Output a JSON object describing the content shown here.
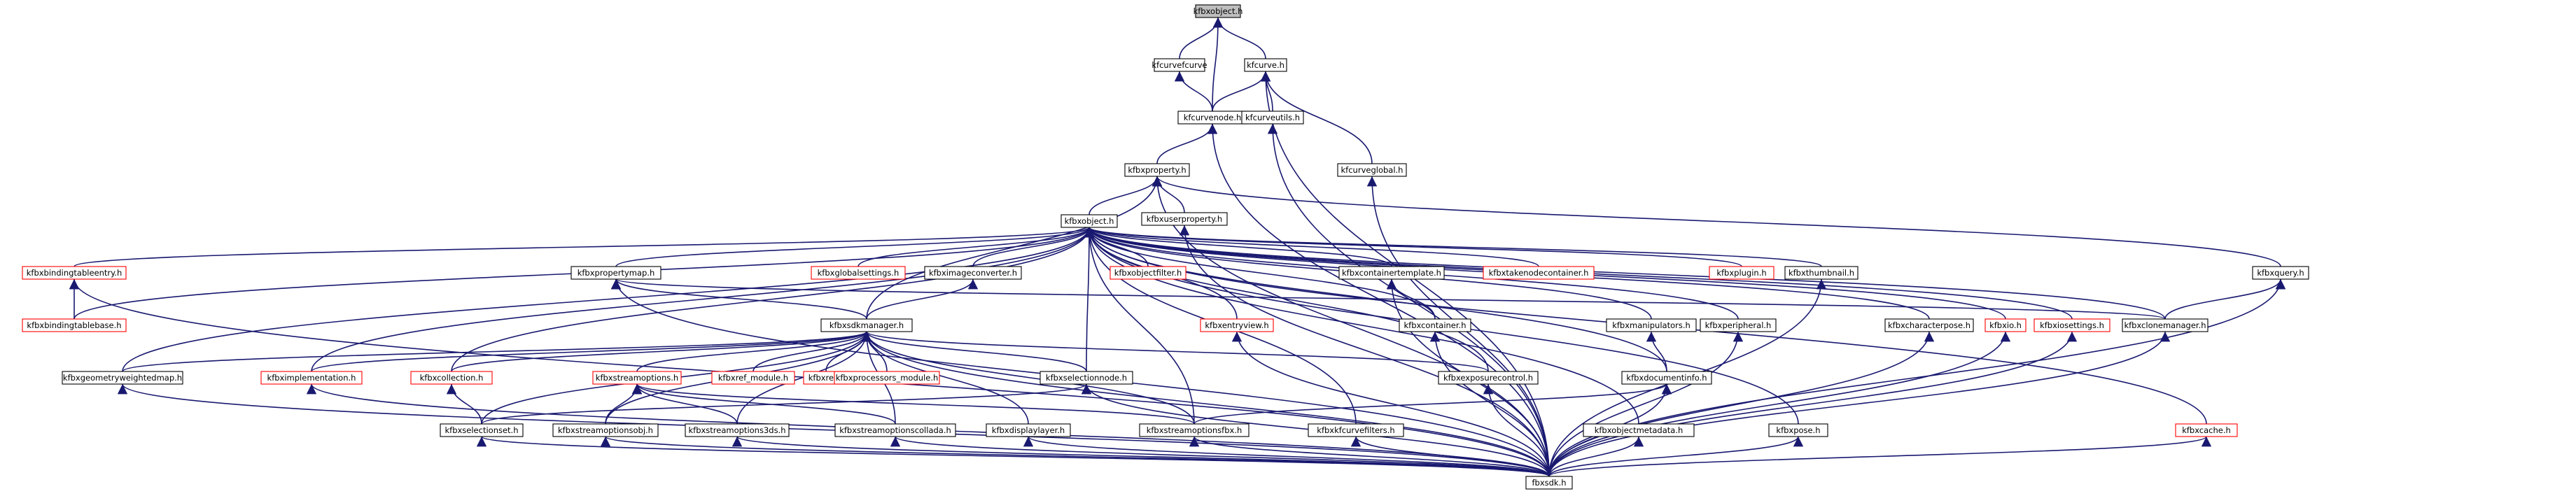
{
  "graph": {
    "title": "",
    "colors": {
      "edge": "#191970",
      "node_text": "#000000",
      "border_normal": "#000000",
      "border_red": "#ff0000",
      "root_fill": "#bfbfbf",
      "node_fill": "#ffffff"
    },
    "nodes": [
      {
        "id": "n0",
        "label": "kfbxobject.h",
        "style": "root"
      },
      {
        "id": "n1",
        "label": "kfcurvefcurve",
        "style": "normal"
      },
      {
        "id": "n2",
        "label": "kfcurve.h",
        "style": "normal"
      },
      {
        "id": "n3",
        "label": "kfcurvenode.h",
        "style": "normal"
      },
      {
        "id": "n4",
        "label": "kfcurveutils.h",
        "style": "normal"
      },
      {
        "id": "n5",
        "label": "kfcurveglobal.h",
        "style": "normal"
      },
      {
        "id": "n6",
        "label": "kfbxproperty.h",
        "style": "normal"
      },
      {
        "id": "n7",
        "label": "kfbxuserproperty.h",
        "style": "normal"
      },
      {
        "id": "n8",
        "label": "kfbxobject.h",
        "style": "normal"
      },
      {
        "id": "n9",
        "label": "kfbxbindingtableentry.h",
        "style": "red"
      },
      {
        "id": "n10",
        "label": "kfbxpropertymap.h",
        "style": "normal"
      },
      {
        "id": "n11",
        "label": "kfbxglobalsettings.h",
        "style": "red"
      },
      {
        "id": "n12",
        "label": "kfbximageconverter.h",
        "style": "normal"
      },
      {
        "id": "n13",
        "label": "kfbxobjectfilter.h",
        "style": "red"
      },
      {
        "id": "n14",
        "label": "kfbxcontainertemplate.h",
        "style": "normal"
      },
      {
        "id": "n15",
        "label": "kfbxtakenodecontainer.h",
        "style": "red"
      },
      {
        "id": "n16",
        "label": "kfbxplugin.h",
        "style": "red"
      },
      {
        "id": "n17",
        "label": "kfbxthumbnail.h",
        "style": "normal"
      },
      {
        "id": "n18",
        "label": "kfbxquery.h",
        "style": "normal"
      },
      {
        "id": "n19",
        "label": "kfbxbindingtablebase.h",
        "style": "red"
      },
      {
        "id": "n20",
        "label": "kfbxsdkmanager.h",
        "style": "normal"
      },
      {
        "id": "n21",
        "label": "kfbxcontainer.h",
        "style": "normal"
      },
      {
        "id": "n22",
        "label": "kfbxentryview.h",
        "style": "red"
      },
      {
        "id": "n23",
        "label": "kfbxmanipulators.h",
        "style": "normal"
      },
      {
        "id": "n24",
        "label": "kfbxperipheral.h",
        "style": "normal"
      },
      {
        "id": "n25",
        "label": "kfbxcharacterpose.h",
        "style": "normal"
      },
      {
        "id": "n26",
        "label": "kfbxio.h",
        "style": "red"
      },
      {
        "id": "n27",
        "label": "kfbxiosettings.h",
        "style": "red"
      },
      {
        "id": "n28",
        "label": "kfbxclonemanager.h",
        "style": "normal"
      },
      {
        "id": "n29",
        "label": "kfbxgeometryweightedmap.h",
        "style": "normal"
      },
      {
        "id": "n30",
        "label": "kfbximplementation.h",
        "style": "red"
      },
      {
        "id": "n31",
        "label": "kfbxcollection.h",
        "style": "red"
      },
      {
        "id": "n32",
        "label": "kfbxstreamoptions.h",
        "style": "red"
      },
      {
        "id": "n33",
        "label": "kfbxref_module.h",
        "style": "red"
      },
      {
        "id": "n34",
        "label": "kfbxref.h",
        "style": "red"
      },
      {
        "id": "n35",
        "label": "kfbxprocessors_module.h",
        "style": "red"
      },
      {
        "id": "n36",
        "label": "kfbxselectionnode.h",
        "style": "normal"
      },
      {
        "id": "n37",
        "label": "kfbxexposurecontrol.h",
        "style": "normal"
      },
      {
        "id": "n38",
        "label": "kfbxdocumentinfo.h",
        "style": "normal"
      },
      {
        "id": "n39",
        "label": "kfbxselectionset.h",
        "style": "normal"
      },
      {
        "id": "n40",
        "label": "kfbxstreamoptionsobj.h",
        "style": "normal"
      },
      {
        "id": "n41",
        "label": "kfbxstreamoptions3ds.h",
        "style": "normal"
      },
      {
        "id": "n42",
        "label": "kfbxstreamoptionscollada.h",
        "style": "normal"
      },
      {
        "id": "n43",
        "label": "kfbxdisplaylayer.h",
        "style": "normal"
      },
      {
        "id": "n44",
        "label": "kfbxstreamoptionsfbx.h",
        "style": "normal"
      },
      {
        "id": "n45",
        "label": "kfbxkfcurvefilters.h",
        "style": "normal"
      },
      {
        "id": "n46",
        "label": "kfbxobjectmetadata.h",
        "style": "normal"
      },
      {
        "id": "n47",
        "label": "kfbxpose.h",
        "style": "normal"
      },
      {
        "id": "n48",
        "label": "kfbxcache.h",
        "style": "red"
      },
      {
        "id": "n49",
        "label": "fbxsdk.h",
        "style": "normal"
      }
    ],
    "edges": [
      [
        "n0",
        "n1"
      ],
      [
        "n0",
        "n2"
      ],
      [
        "n0",
        "n3"
      ],
      [
        "n1",
        "n3"
      ],
      [
        "n2",
        "n3"
      ],
      [
        "n2",
        "n4"
      ],
      [
        "n2",
        "n5"
      ],
      [
        "n2",
        "n49"
      ],
      [
        "n3",
        "n6"
      ],
      [
        "n3",
        "n49"
      ],
      [
        "n4",
        "n49"
      ],
      [
        "n5",
        "n49"
      ],
      [
        "n6",
        "n7"
      ],
      [
        "n6",
        "n8"
      ],
      [
        "n6",
        "n18"
      ],
      [
        "n6",
        "n20"
      ],
      [
        "n6",
        "n49"
      ],
      [
        "n7",
        "n49"
      ],
      [
        "n18",
        "n28"
      ],
      [
        "n18",
        "n49"
      ],
      [
        "n8",
        "n9"
      ],
      [
        "n8",
        "n10"
      ],
      [
        "n8",
        "n11"
      ],
      [
        "n8",
        "n12"
      ],
      [
        "n8",
        "n13"
      ],
      [
        "n8",
        "n14"
      ],
      [
        "n8",
        "n15"
      ],
      [
        "n8",
        "n16"
      ],
      [
        "n8",
        "n17"
      ],
      [
        "n8",
        "n21"
      ],
      [
        "n8",
        "n22"
      ],
      [
        "n8",
        "n23"
      ],
      [
        "n8",
        "n24"
      ],
      [
        "n8",
        "n25"
      ],
      [
        "n8",
        "n26"
      ],
      [
        "n8",
        "n27"
      ],
      [
        "n8",
        "n28"
      ],
      [
        "n8",
        "n29"
      ],
      [
        "n8",
        "n30"
      ],
      [
        "n8",
        "n31"
      ],
      [
        "n8",
        "n36"
      ],
      [
        "n8",
        "n37"
      ],
      [
        "n8",
        "n38"
      ],
      [
        "n8",
        "n45"
      ],
      [
        "n8",
        "n46"
      ],
      [
        "n8",
        "n47"
      ],
      [
        "n8",
        "n48"
      ],
      [
        "n8",
        "n44"
      ],
      [
        "n8",
        "n19"
      ],
      [
        "n9",
        "n19"
      ],
      [
        "n9",
        "n49"
      ],
      [
        "n10",
        "n20"
      ],
      [
        "n10",
        "n28"
      ],
      [
        "n10",
        "n49"
      ],
      [
        "n12",
        "n20"
      ],
      [
        "n14",
        "n21"
      ],
      [
        "n14",
        "n49"
      ],
      [
        "n17",
        "n49"
      ],
      [
        "n21",
        "n49"
      ],
      [
        "n22",
        "n49"
      ],
      [
        "n23",
        "n38"
      ],
      [
        "n24",
        "n49"
      ],
      [
        "n25",
        "n49"
      ],
      [
        "n26",
        "n49"
      ],
      [
        "n27",
        "n49"
      ],
      [
        "n28",
        "n49"
      ],
      [
        "n29",
        "n49"
      ],
      [
        "n30",
        "n49"
      ],
      [
        "n31",
        "n39"
      ],
      [
        "n20",
        "n29"
      ],
      [
        "n20",
        "n30"
      ],
      [
        "n20",
        "n31"
      ],
      [
        "n20",
        "n32"
      ],
      [
        "n20",
        "n33"
      ],
      [
        "n20",
        "n34"
      ],
      [
        "n20",
        "n35"
      ],
      [
        "n20",
        "n36"
      ],
      [
        "n20",
        "n37"
      ],
      [
        "n20",
        "n39"
      ],
      [
        "n20",
        "n40"
      ],
      [
        "n20",
        "n41"
      ],
      [
        "n20",
        "n42"
      ],
      [
        "n20",
        "n43"
      ],
      [
        "n20",
        "n44"
      ],
      [
        "n20",
        "n49"
      ],
      [
        "n32",
        "n40"
      ],
      [
        "n32",
        "n41"
      ],
      [
        "n32",
        "n42"
      ],
      [
        "n32",
        "n44"
      ],
      [
        "n36",
        "n39"
      ],
      [
        "n36",
        "n49"
      ],
      [
        "n37",
        "n49"
      ],
      [
        "n38",
        "n44"
      ],
      [
        "n38",
        "n49"
      ],
      [
        "n39",
        "n49"
      ],
      [
        "n40",
        "n49"
      ],
      [
        "n41",
        "n49"
      ],
      [
        "n42",
        "n49"
      ],
      [
        "n43",
        "n49"
      ],
      [
        "n44",
        "n49"
      ],
      [
        "n45",
        "n49"
      ],
      [
        "n46",
        "n49"
      ],
      [
        "n47",
        "n49"
      ],
      [
        "n48",
        "n49"
      ]
    ]
  }
}
